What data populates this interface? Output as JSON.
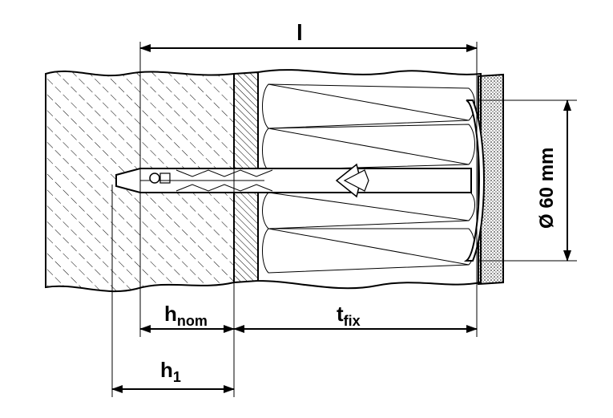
{
  "labels": {
    "length": "l",
    "h_nom_main": "h",
    "h_nom_sub": "nom",
    "t_fix_main": "t",
    "t_fix_sub": "fix",
    "h1_main": "h",
    "h1_sub": "1",
    "diameter": "Ø 60 mm"
  },
  "colors": {
    "line": "#000000",
    "background": "#ffffff"
  }
}
